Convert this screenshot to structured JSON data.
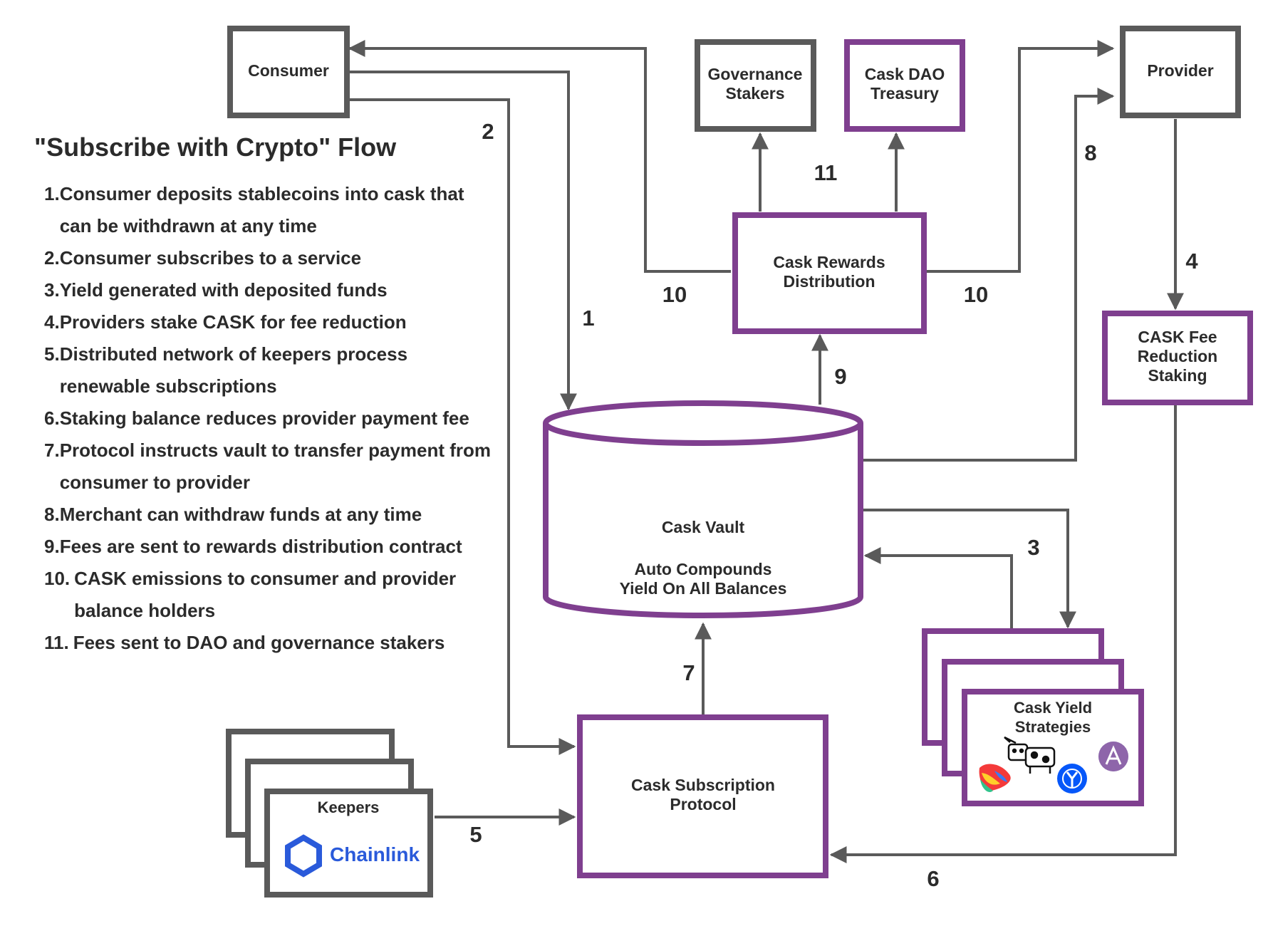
{
  "title": "\"Subscribe with Crypto\" Flow",
  "steps": [
    {
      "num": "1.",
      "text": "Consumer deposits stablecoins into cask that can be withdrawn at any time"
    },
    {
      "num": "2.",
      "text": "Consumer subscribes to a service"
    },
    {
      "num": "3.",
      "text": "Yield generated with deposited funds"
    },
    {
      "num": "4.",
      "text": "Providers stake CASK for fee reduction"
    },
    {
      "num": "5.",
      "text": "Distributed network of keepers process renewable subscriptions"
    },
    {
      "num": "6.",
      "text": "Staking balance reduces provider payment fee"
    },
    {
      "num": "7.",
      "text": "Protocol instructs vault to transfer payment from consumer to provider"
    },
    {
      "num": "8.",
      "text": "Merchant can withdraw funds at any time"
    },
    {
      "num": "9.",
      "text": "Fees are sent to rewards distribution contract"
    },
    {
      "num": "10.",
      "text": "CASK emissions to consumer and provider balance holders"
    },
    {
      "num": "11.",
      "text": "Fees sent to DAO and governance stakers"
    }
  ],
  "nodes": {
    "consumer": "Consumer",
    "governance_l1": "Governance",
    "governance_l2": "Stakers",
    "dao_l1": "Cask DAO",
    "dao_l2": "Treasury",
    "provider": "Provider",
    "rewards_l1": "Cask Rewards",
    "rewards_l2": "Distribution",
    "fee_l1": "CASK Fee",
    "fee_l2": "Reduction",
    "fee_l3": "Staking",
    "vault_title": "Cask Vault",
    "vault_l1": "Auto Compounds",
    "vault_l2": "Yield On All Balances",
    "yield_l1": "Cask Yield",
    "yield_l2": "Strategies",
    "keepers": "Keepers",
    "chainlink": "Chainlink",
    "protocol_l1": "Cask Subscription",
    "protocol_l2": "Protocol"
  },
  "edge_labels": {
    "e1": "1",
    "e2": "2",
    "e3": "3",
    "e4": "4",
    "e5": "5",
    "e6": "6",
    "e7": "7",
    "e8": "8",
    "e9": "9",
    "e10a": "10",
    "e10b": "10",
    "e11": "11"
  },
  "colors": {
    "gray_border": "#5a5a5a",
    "purple_border": "#7f3f8f",
    "chainlink_blue": "#2a5ada",
    "text": "#2b2b2b"
  }
}
